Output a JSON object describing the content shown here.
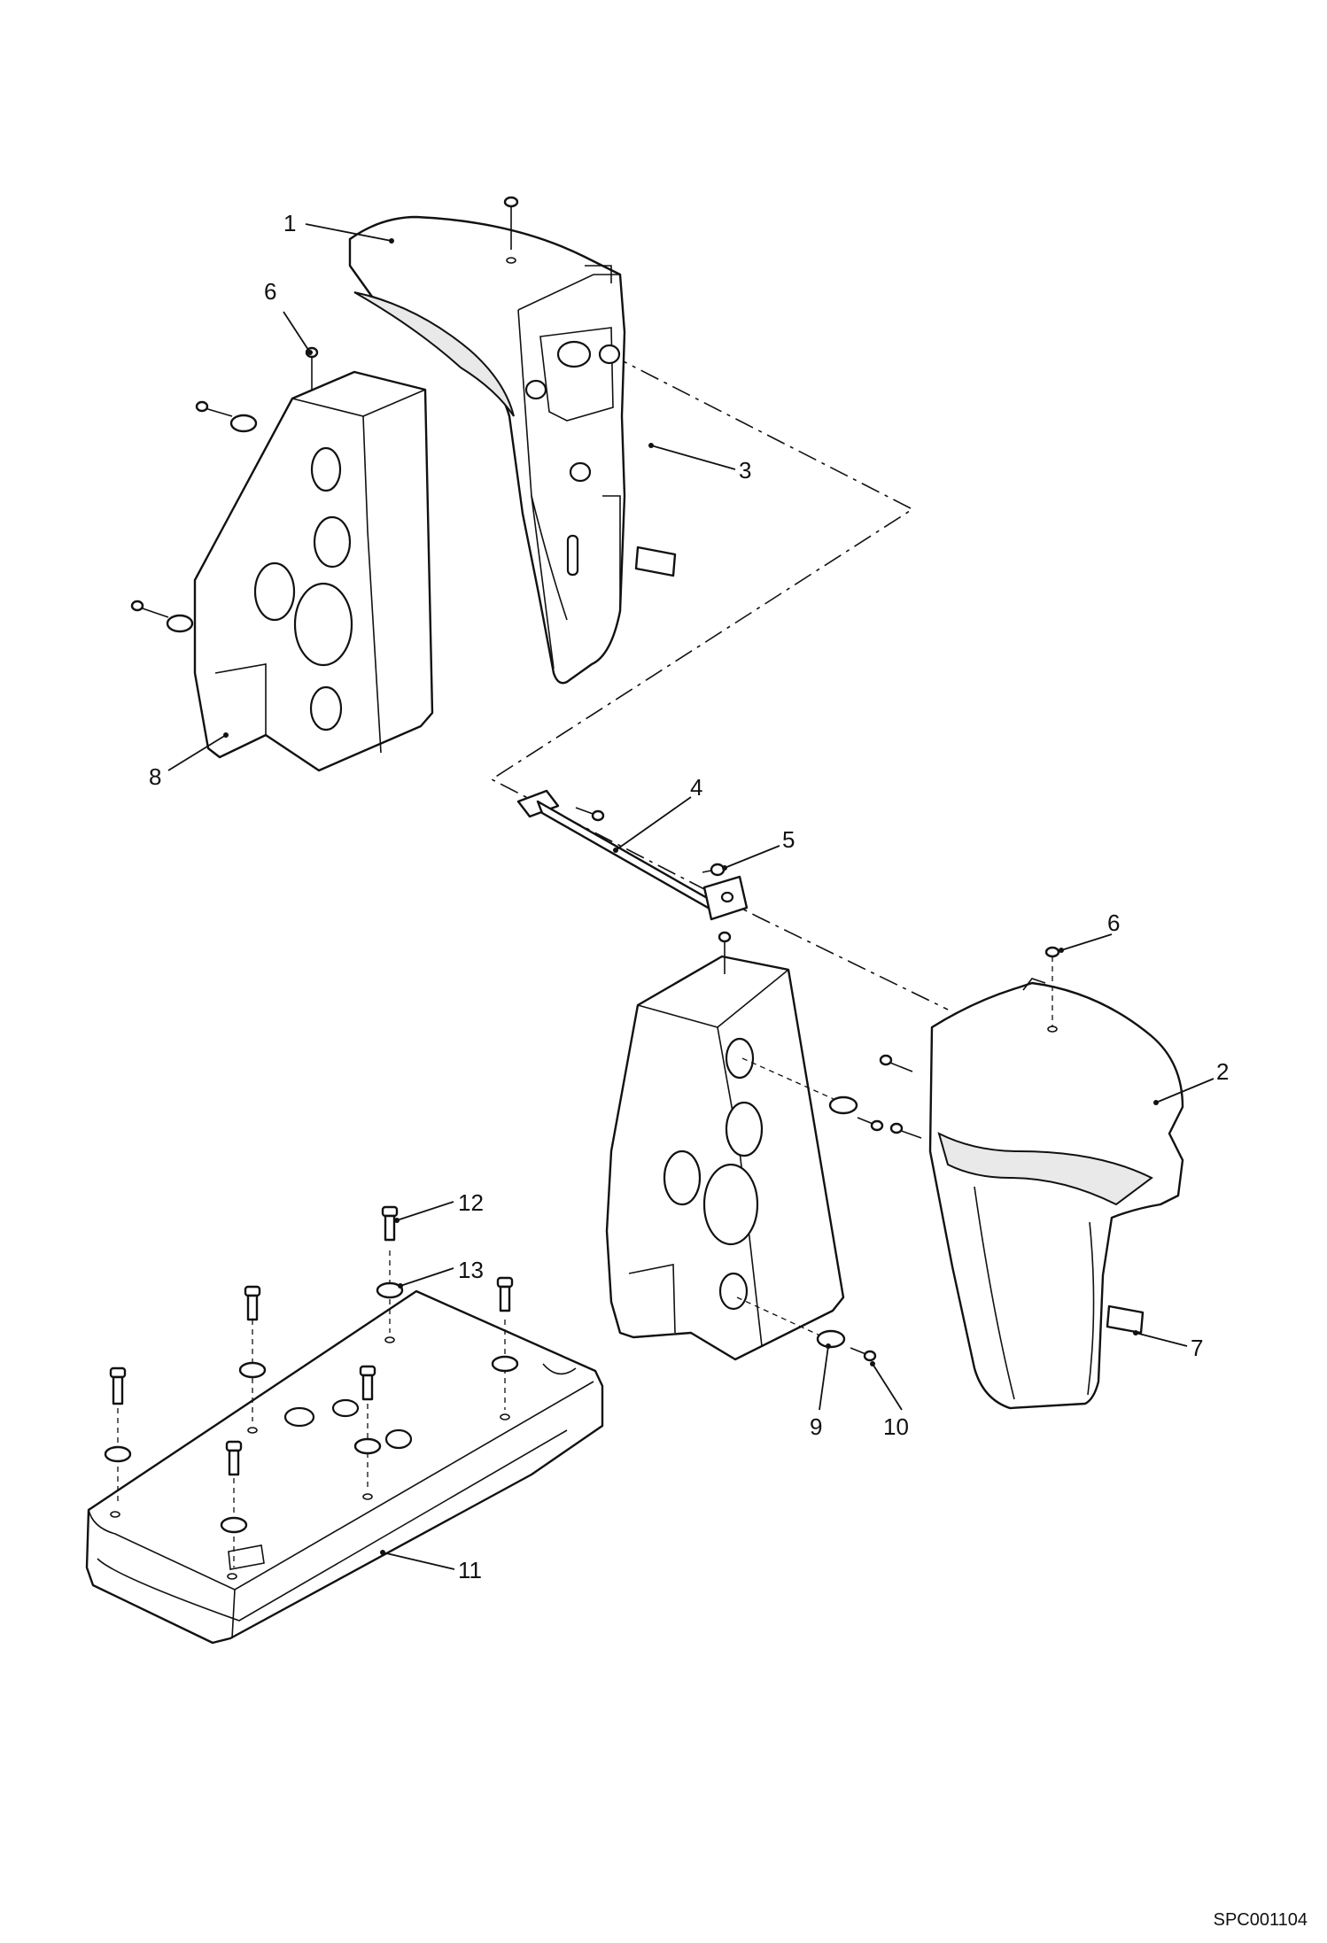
{
  "drawing": {
    "id": "SPC001104",
    "callouts": [
      "1",
      "2",
      "3",
      "4",
      "5",
      "6",
      "6",
      "7",
      "8",
      "9",
      "10",
      "11",
      "12",
      "13"
    ]
  },
  "colors": {
    "line": "#111111",
    "background": "#ffffff"
  }
}
